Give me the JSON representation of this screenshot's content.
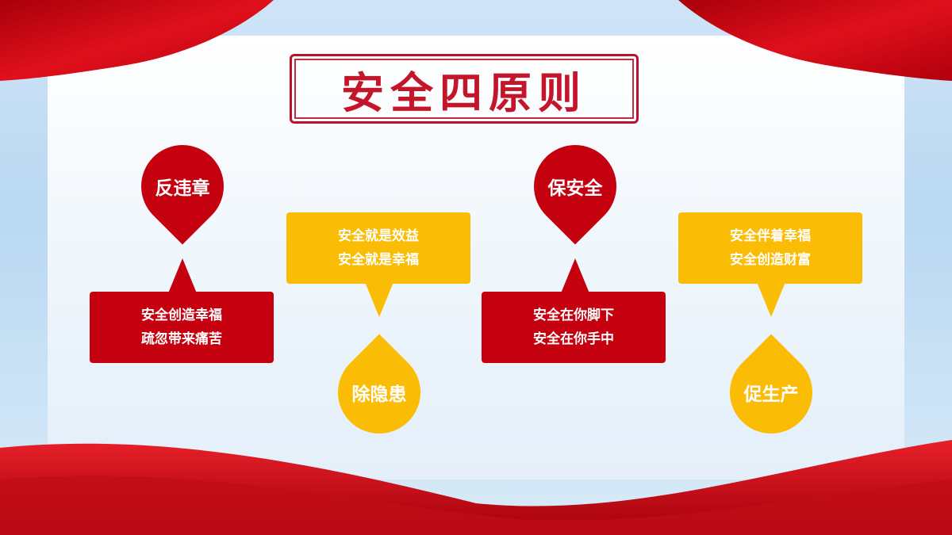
{
  "title": "安全四原则",
  "colors": {
    "red": "#c5000f",
    "yellow": "#fbbc05"
  },
  "principles": [
    {
      "label": "反违章",
      "lines": [
        "安全创造幸福",
        "疏忽带来痛苦"
      ],
      "color": "red"
    },
    {
      "label": "除隐患",
      "lines": [
        "安全就是效益",
        "安全就是幸福"
      ],
      "color": "yellow"
    },
    {
      "label": "保安全",
      "lines": [
        "安全在你脚下",
        "安全在你手中"
      ],
      "color": "red"
    },
    {
      "label": "促生产",
      "lines": [
        "安全伴着幸福",
        "安全创造财富"
      ],
      "color": "yellow"
    }
  ]
}
